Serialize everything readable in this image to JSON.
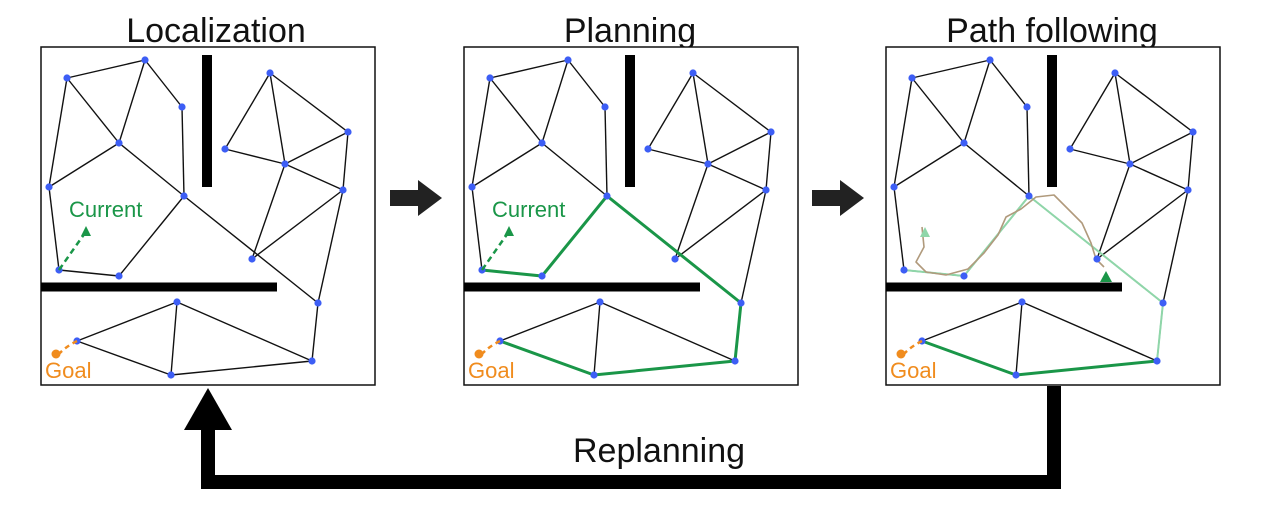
{
  "panels": [
    {
      "id": "localization",
      "title": "Localization",
      "current_label": "Current",
      "goal_label": "Goal"
    },
    {
      "id": "planning",
      "title": "Planning",
      "current_label": "Current",
      "goal_label": "Goal"
    },
    {
      "id": "path-following",
      "title": "Path following",
      "goal_label": "Goal"
    }
  ],
  "feedback": {
    "label": "Replanning"
  },
  "colors": {
    "node": "#3d5ef5",
    "edge": "#111111",
    "wall": "#000000",
    "current": "#1a9648",
    "goal": "#f08c1e",
    "planned_path": "#1a9648",
    "faded_path": "#8fd6a9",
    "trajectory": "#b09a7c",
    "arrow": "#222222"
  }
}
